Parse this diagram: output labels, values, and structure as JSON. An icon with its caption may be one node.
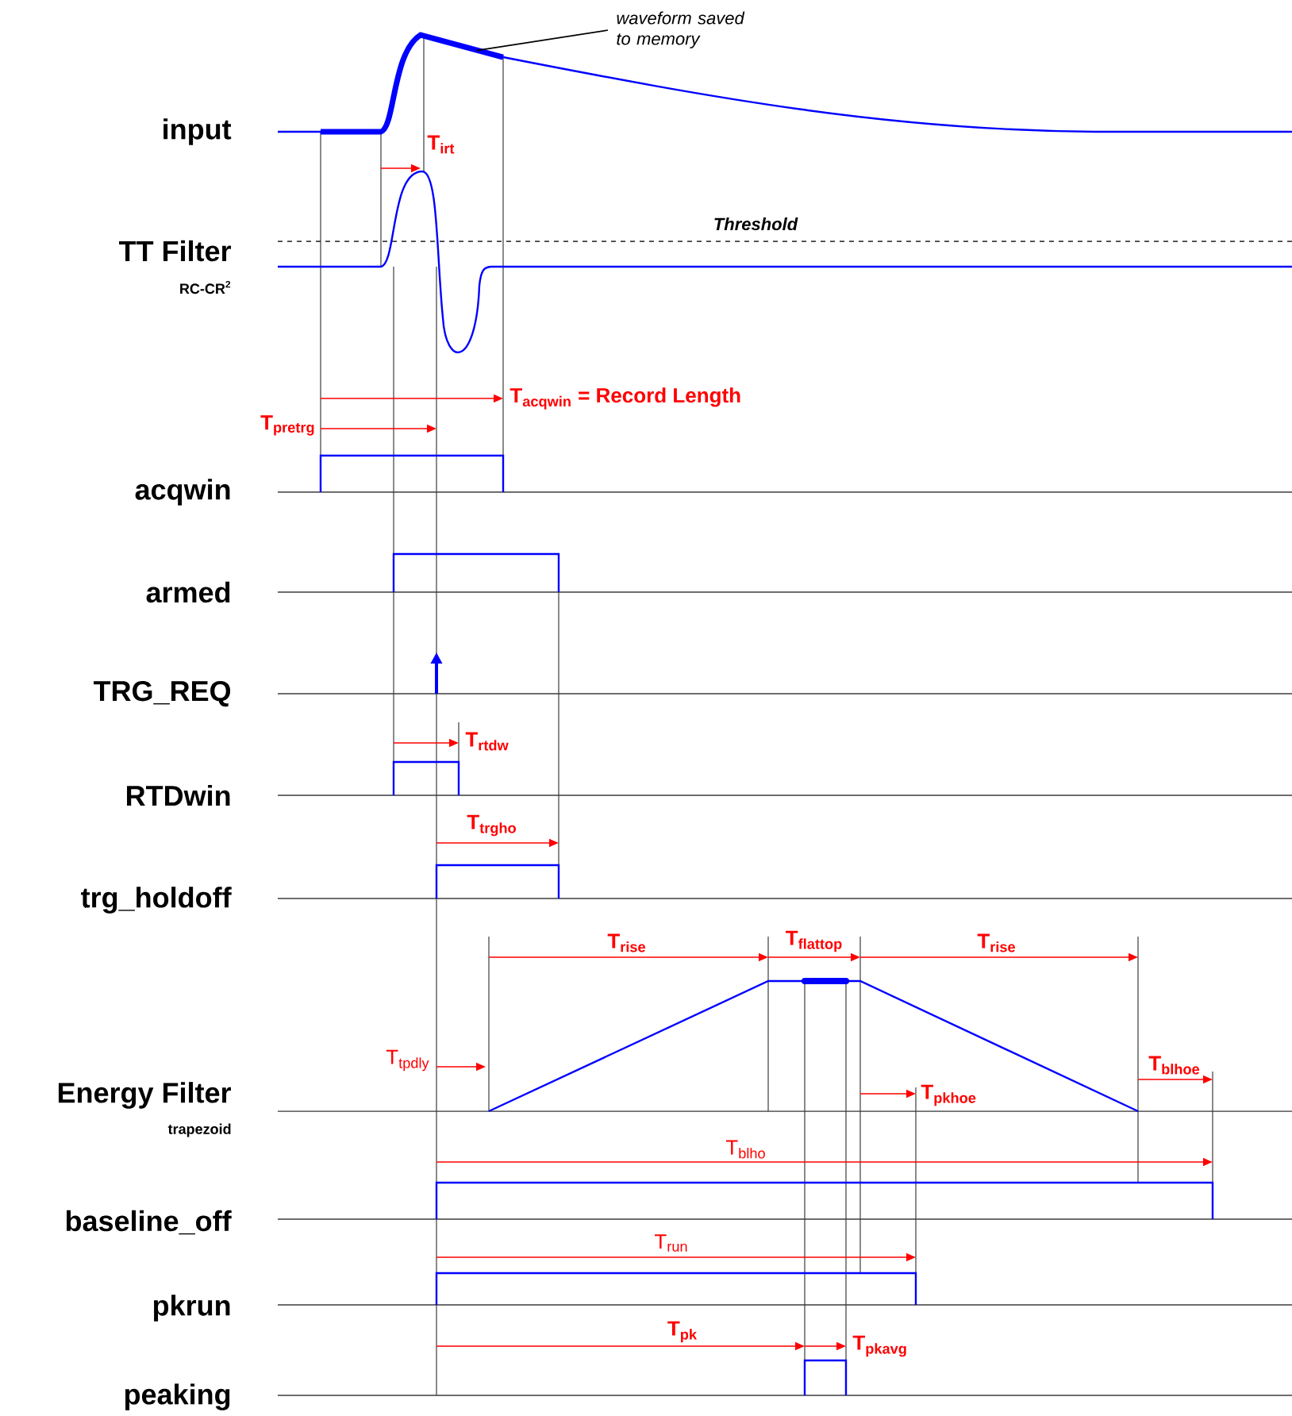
{
  "diagram": {
    "nodes": [
      {
        "text": [
          "waveform saved to memory"
        ]
      },
      {
        "text": [],
        "shape": "picture"
      }
    ],
    "edges": [
      {
        "from": 0,
        "to": 1,
        "arrow": "none"
      }
    ],
    "labels": [
      "input",
      "T$_{irt}$",
      "Threshold",
      "TT Filter",
      "RC-CR$^{2}$",
      "T$_{acqwin}$  = Record Length",
      "T$_{pretrg}$",
      "acqwin",
      "armed",
      "TRG_REQ",
      "T$_{rtdw}$",
      "RTDwin",
      "T$_{trgho}$",
      "trg_holdoff",
      "T$_{rise}$",
      "T$_{flattop}$",
      "T$_{rise}$",
      "T$_{tpdly}$",
      "T$_{blhoe}$",
      "Energy Filter",
      "T$_{pkhoe}$",
      "trapezoid",
      "T$_{blho}$",
      "baseline_off",
      "T$_{run}$",
      "pkrun",
      "T$_{pk}$",
      "T$_{pkavg}$",
      "peaking"
    ]
  }
}
